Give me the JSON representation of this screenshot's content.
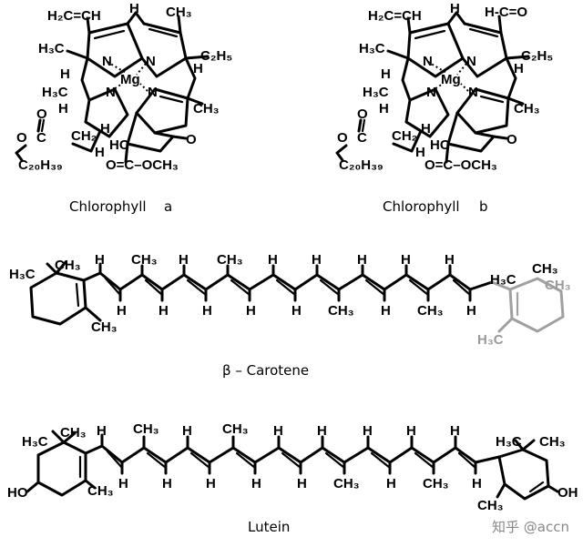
{
  "molecules": {
    "chl_a": {
      "name": "Chlorophyll",
      "suffix": "a",
      "atoms": {
        "vinyl": "H₂C=CH",
        "h_top": "H",
        "ch3_top": "CH₃",
        "h3c_left": "H₃C",
        "n1": "N",
        "n2": "N",
        "n3": "N",
        "n4": "N",
        "mg": "Mg",
        "c2h5": "C₂H₅",
        "h_left": "H",
        "h_right": "H",
        "h3c_ring": "H₃C",
        "h_a": "H",
        "h_b": "H",
        "ch3_right": "CH₃",
        "ester_o": "O",
        "o_chain": "O",
        "c_eq_o": "C",
        "ch2": "CH₂",
        "h_c": "H",
        "hc": "HC",
        "ketone_o": "O",
        "phytyl": "C₂₀H₃₉",
        "coo": "O=C–OCH₃"
      }
    },
    "chl_b": {
      "name": "Chlorophyll",
      "suffix": "b",
      "atoms": {
        "vinyl": "H₂C=CH",
        "h_top": "H",
        "cho": "H-C=O",
        "h3c_left": "H₃C",
        "n1": "N",
        "n2": "N",
        "n3": "N",
        "n4": "N",
        "mg": "Mg",
        "c2h5": "C₂H₅",
        "h_left": "H",
        "h_right": "H",
        "h3c_ring": "H₃C",
        "h_a": "H",
        "h_b": "H",
        "ch3_right": "CH₃",
        "ester_o": "O",
        "o_chain": "O",
        "c_eq_o": "C",
        "ch2": "CH₂",
        "h_c": "H",
        "hc": "HC",
        "ketone_o": "O",
        "phytyl": "C₂₀H₃₉",
        "coo": "O=C–OCH₃"
      }
    },
    "carotene": {
      "name": "β – Carotene",
      "atoms": {
        "h3c_l": "H₃C",
        "ch3_l1": "CH₃",
        "ch3_l2": "CH₃",
        "ch3_r1": "CH₃",
        "ch3_r2": "CH₃",
        "h3c_r": "H₃C",
        "h3c_rb": "H₃C",
        "h": "H",
        "ch3": "CH₃"
      }
    },
    "lutein": {
      "name": "Lutein",
      "atoms": {
        "ho": "HO",
        "oh": "OH",
        "h3c_l": "H₃C",
        "ch3_l1": "CH₃",
        "ch3_l2": "CH₃",
        "ch3_r1": "CH₃",
        "ch3_r2": "CH₃",
        "h3c_r": "H₃C",
        "h": "H",
        "ch3": "CH₃"
      }
    }
  },
  "watermark": "知乎 @accn"
}
